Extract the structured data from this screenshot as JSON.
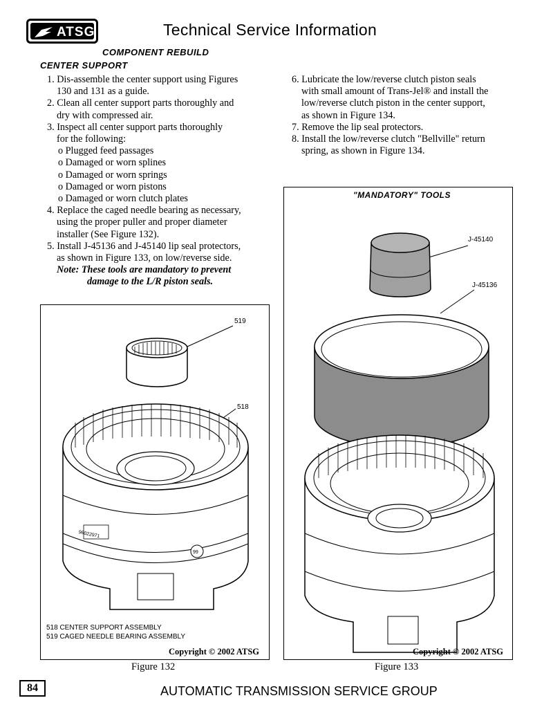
{
  "header": {
    "logo_text": "ATSG",
    "title": "Technical Service Information"
  },
  "section": {
    "heading": "COMPONENT REBUILD",
    "subheading": "CENTER SUPPORT"
  },
  "left_column": [
    "1. Dis-assemble the center support using Figures",
    "130 and 131 as a guide.",
    "2. Clean all center support parts thoroughly and",
    "dry with compressed air.",
    "3. Inspect all center support parts thoroughly",
    "for the following:",
    "o Plugged feed passages",
    "o Damaged or worn splines",
    "o Damaged or worn springs",
    "o Damaged or worn pistons",
    "o Damaged or worn clutch plates",
    "4. Replace the caged needle bearing as necessary,",
    "using the proper puller and proper diameter",
    "installer  (See Figure 132).",
    "5. Install J-45136 and J-45140 lip seal protectors,",
    "as shown in Figure 133, on low/reverse side.",
    "Note:  These tools are mandatory to prevent",
    "damage to the L/R piston seals."
  ],
  "right_column": [
    "6. Lubricate the low/reverse clutch piston seals",
    "with small amount of Trans-Jel® and install the",
    "low/reverse clutch piston in the center support,",
    "as shown in Figure 134.",
    "7. Remove the lip seal protectors.",
    "8. Install the low/reverse clutch \"Bellville\" return",
    "spring, as shown in Figure 134."
  ],
  "figure132": {
    "callout_519": "519",
    "callout_518": "518",
    "legend": [
      "518  CENTER SUPPORT ASSEMBLY",
      "519  CAGED NEEDLE BEARING ASSEMBLY"
    ],
    "casting_part_no": "96022971",
    "casting_stamp": "99",
    "copyright": "Copyright © 2002 ATSG",
    "caption": "Figure 132"
  },
  "figure133": {
    "title": "\"MANDATORY\" TOOLS",
    "callout_j45140": "J-45140",
    "callout_j45136": "J-45136",
    "copyright": "Copyright © 2002 ATSG",
    "caption": "Figure 133"
  },
  "footer": {
    "page_number": "84",
    "org": "AUTOMATIC TRANSMISSION SERVICE GROUP"
  },
  "colors": {
    "ink": "#000000",
    "protector_gray": "#8c8c8c",
    "cap_gray": "#a0a0a0"
  }
}
